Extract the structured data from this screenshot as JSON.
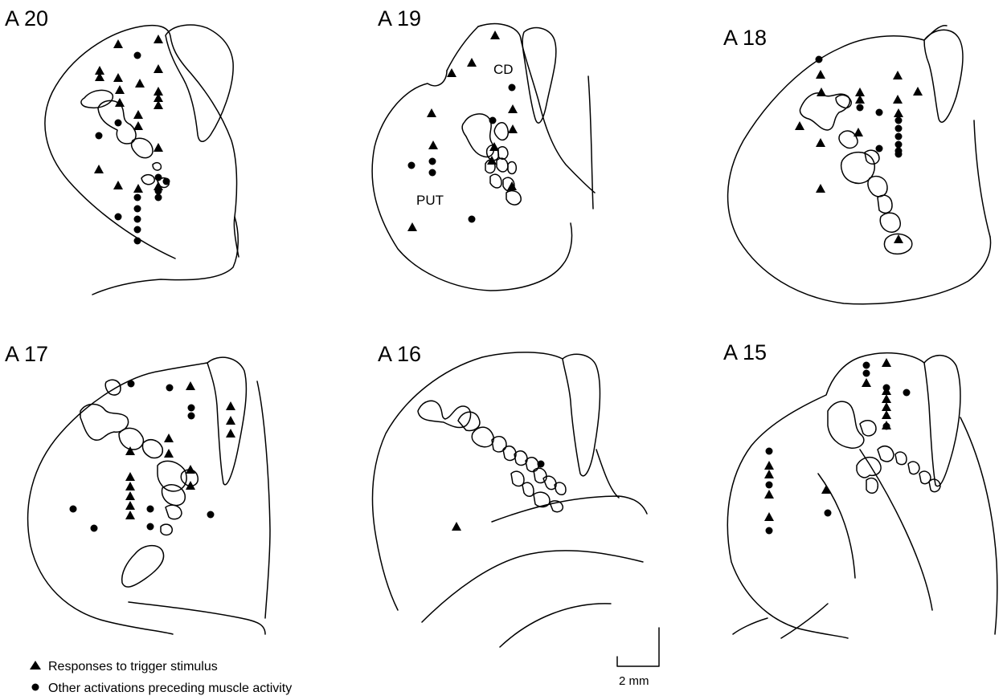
{
  "panels": [
    {
      "label": "A 20"
    },
    {
      "label": "A 19",
      "region_labels": [
        "CD",
        "PUT"
      ]
    },
    {
      "label": "A 18"
    },
    {
      "label": "A 17"
    },
    {
      "label": "A 16"
    },
    {
      "label": "A 15"
    }
  ],
  "legend": {
    "triangle_label": "Responses to trigger stimulus",
    "circle_label": "Other activations preceding muscle activity"
  },
  "scale_bar": {
    "label": "2 mm"
  },
  "colors": {
    "ink": "#000000",
    "background": "#ffffff"
  },
  "markers": {
    "panel_a20": {
      "triangles": [
        [
          147,
          55
        ],
        [
          197,
          49
        ],
        [
          124,
          88
        ],
        [
          124,
          96
        ],
        [
          147,
          97
        ],
        [
          197,
          86
        ],
        [
          174,
          104
        ],
        [
          149,
          112
        ],
        [
          197,
          114
        ],
        [
          197,
          122
        ],
        [
          197,
          131
        ],
        [
          149,
          128
        ],
        [
          172,
          143
        ],
        [
          172,
          157
        ],
        [
          197,
          184
        ],
        [
          123,
          211
        ],
        [
          147,
          231
        ],
        [
          172,
          235
        ],
        [
          197,
          232
        ]
      ],
      "circles": [
        [
          171,
          69
        ],
        [
          147,
          153
        ],
        [
          123,
          169
        ],
        [
          197,
          221
        ],
        [
          207,
          226
        ],
        [
          197,
          238
        ],
        [
          197,
          246
        ],
        [
          171,
          246
        ],
        [
          171,
          260
        ],
        [
          171,
          273
        ],
        [
          147,
          270
        ],
        [
          171,
          286
        ],
        [
          171,
          300
        ]
      ]
    },
    "panel_a19": {
      "triangles": [
        [
          616,
          44
        ],
        [
          587,
          78
        ],
        [
          562,
          91
        ],
        [
          537,
          141
        ],
        [
          638,
          136
        ],
        [
          539,
          181
        ],
        [
          638,
          161
        ],
        [
          615,
          183
        ],
        [
          612,
          200
        ],
        [
          637,
          232
        ],
        [
          513,
          283
        ]
      ],
      "circles": [
        [
          637,
          109
        ],
        [
          613,
          150
        ],
        [
          538,
          201
        ],
        [
          538,
          215
        ],
        [
          512,
          206
        ],
        [
          587,
          273
        ]
      ]
    },
    "panel_a18": {
      "triangles": [
        [
          1021,
          93
        ],
        [
          1117,
          94
        ],
        [
          1022,
          115
        ],
        [
          1070,
          115
        ],
        [
          1070,
          124
        ],
        [
          1117,
          124
        ],
        [
          1142,
          114
        ],
        [
          1118,
          141
        ],
        [
          995,
          157
        ],
        [
          1068,
          165
        ],
        [
          1021,
          178
        ],
        [
          1021,
          235
        ],
        [
          1118,
          298
        ]
      ],
      "circles": [
        [
          1019,
          74
        ],
        [
          1070,
          134
        ],
        [
          1094,
          140
        ],
        [
          1118,
          150
        ],
        [
          1118,
          160
        ],
        [
          1118,
          170
        ],
        [
          1118,
          180
        ],
        [
          1094,
          185
        ],
        [
          1118,
          188
        ],
        [
          1118,
          192
        ]
      ]
    },
    "panel_a17": {
      "triangles": [
        [
          237,
          481
        ],
        [
          287,
          506
        ],
        [
          287,
          524
        ],
        [
          287,
          540
        ],
        [
          210,
          546
        ],
        [
          162,
          562
        ],
        [
          210,
          565
        ],
        [
          237,
          585
        ],
        [
          162,
          594
        ],
        [
          162,
          606
        ],
        [
          162,
          618
        ],
        [
          162,
          630
        ],
        [
          162,
          642
        ],
        [
          237,
          605
        ]
      ],
      "circles": [
        [
          163,
          478
        ],
        [
          211,
          483
        ],
        [
          238,
          508
        ],
        [
          238,
          518
        ],
        [
          91,
          634
        ],
        [
          187,
          634
        ],
        [
          262,
          641
        ],
        [
          117,
          658
        ],
        [
          187,
          656
        ]
      ]
    },
    "panel_a16": {
      "triangles": [
        [
          568,
          656
        ]
      ],
      "circles": [
        [
          673,
          578
        ]
      ]
    },
    "panel_a15": {
      "triangles": [
        [
          1103,
          452
        ],
        [
          1078,
          477
        ],
        [
          1103,
          487
        ],
        [
          1103,
          497
        ],
        [
          1103,
          507
        ],
        [
          1103,
          517
        ],
        [
          1103,
          530
        ],
        [
          957,
          580
        ],
        [
          957,
          591
        ],
        [
          1028,
          610
        ],
        [
          957,
          616
        ],
        [
          957,
          644
        ]
      ],
      "circles": [
        [
          1078,
          455
        ],
        [
          1078,
          465
        ],
        [
          1103,
          483
        ],
        [
          1128,
          489
        ],
        [
          1103,
          531
        ],
        [
          957,
          562
        ],
        [
          957,
          604
        ],
        [
          1030,
          639
        ],
        [
          957,
          661
        ]
      ]
    }
  }
}
